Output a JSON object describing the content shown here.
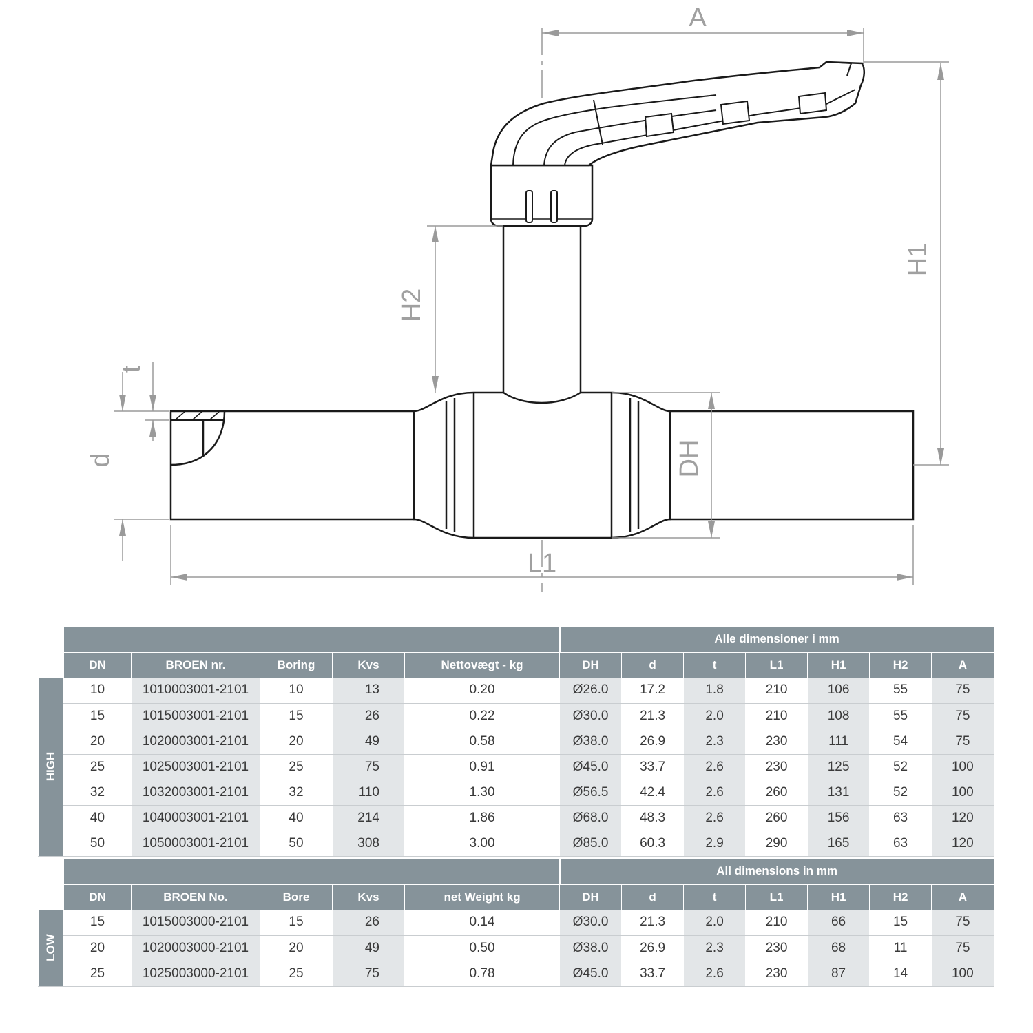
{
  "drawing": {
    "labels": {
      "A": "A",
      "H1": "H1",
      "H2": "H2",
      "t": "t",
      "d": "d",
      "DH": "DH",
      "L1": "L1"
    }
  },
  "table_high": {
    "side_label": "HIGH",
    "band_right": "Alle dimensioner i mm",
    "headers": [
      "DN",
      "BROEN nr.",
      "Boring",
      "Kvs",
      "Nettovægt - kg",
      "DH",
      "d",
      "t",
      "L1",
      "H1",
      "H2",
      "A"
    ],
    "rows": [
      [
        "10",
        "1010003001-2101",
        "10",
        "13",
        "0.20",
        "Ø26.0",
        "17.2",
        "1.8",
        "210",
        "106",
        "55",
        "75"
      ],
      [
        "15",
        "1015003001-2101",
        "15",
        "26",
        "0.22",
        "Ø30.0",
        "21.3",
        "2.0",
        "210",
        "108",
        "55",
        "75"
      ],
      [
        "20",
        "1020003001-2101",
        "20",
        "49",
        "0.58",
        "Ø38.0",
        "26.9",
        "2.3",
        "230",
        "111",
        "54",
        "75"
      ],
      [
        "25",
        "1025003001-2101",
        "25",
        "75",
        "0.91",
        "Ø45.0",
        "33.7",
        "2.6",
        "230",
        "125",
        "52",
        "100"
      ],
      [
        "32",
        "1032003001-2101",
        "32",
        "110",
        "1.30",
        "Ø56.5",
        "42.4",
        "2.6",
        "260",
        "131",
        "52",
        "100"
      ],
      [
        "40",
        "1040003001-2101",
        "40",
        "214",
        "1.86",
        "Ø68.0",
        "48.3",
        "2.6",
        "260",
        "156",
        "63",
        "120"
      ],
      [
        "50",
        "1050003001-2101",
        "50",
        "308",
        "3.00",
        "Ø85.0",
        "60.3",
        "2.9",
        "290",
        "165",
        "63",
        "120"
      ]
    ]
  },
  "table_low": {
    "side_label": "LOW",
    "band_right": "All dimensions in mm",
    "headers": [
      "DN",
      "BROEN No.",
      "Bore",
      "Kvs",
      "net Weight kg",
      "DH",
      "d",
      "t",
      "L1",
      "H1",
      "H2",
      "A"
    ],
    "rows": [
      [
        "15",
        "1015003000-2101",
        "15",
        "26",
        "0.14",
        "Ø30.0",
        "21.3",
        "2.0",
        "210",
        "66",
        "15",
        "75"
      ],
      [
        "20",
        "1020003000-2101",
        "20",
        "49",
        "0.50",
        "Ø38.0",
        "26.9",
        "2.3",
        "230",
        "68",
        "11",
        "75"
      ],
      [
        "25",
        "1025003000-2101",
        "25",
        "75",
        "0.78",
        "Ø45.0",
        "33.7",
        "2.6",
        "230",
        "87",
        "14",
        "100"
      ]
    ]
  }
}
